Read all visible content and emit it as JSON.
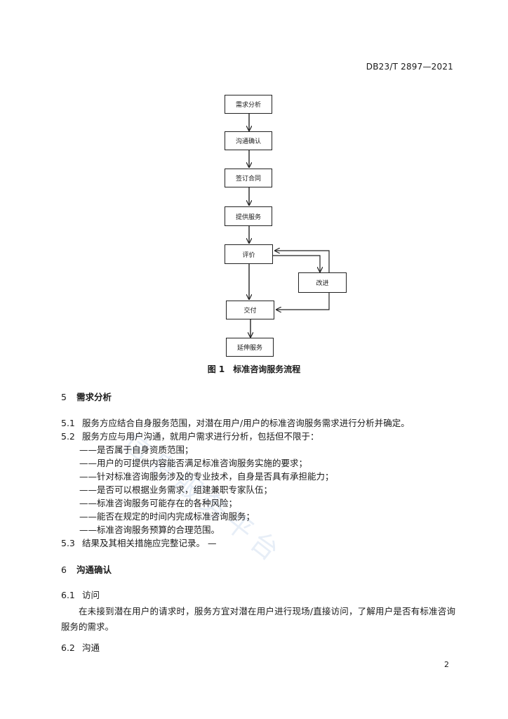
{
  "header": {
    "std_number": "DB23/T 2897—2021"
  },
  "flowchart": {
    "steps": {
      "s1": "需求分析",
      "s2": "沟通确认",
      "s3": "签订合同",
      "s4": "提供服务",
      "s5": "评价",
      "s6": "改进",
      "s7": "交付",
      "s8": "延伸服务"
    },
    "caption": "图 1　标准咨询服务流程"
  },
  "section5": {
    "num": "5",
    "title": "需求分析",
    "c51_num": "5.1",
    "c51_text": "服务方应结合自身服务范围，对潜在用户/用户的标准咨询服务需求进行分析并确定。",
    "c52_num": "5.2",
    "c52_text": "服务方应与用户沟通，就用户需求进行分析，包括但不限于：",
    "items": [
      "——是否属于自身资质范围；",
      "——用户的可提供内容能否满足标准咨询服务实施的要求；",
      "——针对标准咨询服务涉及的专业技术，自身是否具有承担能力；",
      "——是否可以根据业务需求，组建兼职专家队伍；",
      "——标准咨询服务可能存在的各种风险；",
      "——能否在规定的时间内完成标准咨询服务；",
      "——标准咨询服务预算的合理范围。"
    ],
    "c53_num": "5.3",
    "c53_text": "结果及其相关措施应完整记录。 —"
  },
  "section6": {
    "num": "6",
    "title": "沟通确认",
    "c61_num": "6.1",
    "c61_title": "访问",
    "c61_text": "在未接到潜在用户的请求时，服务方宜对潜在用户进行现场/直接访问，了解用户是否有标准咨询服务的需求。",
    "c62_num": "6.2",
    "c62_title": "沟通"
  },
  "footer": {
    "page_number": "2"
  },
  "watermark": {
    "text": "信息服务平台"
  }
}
